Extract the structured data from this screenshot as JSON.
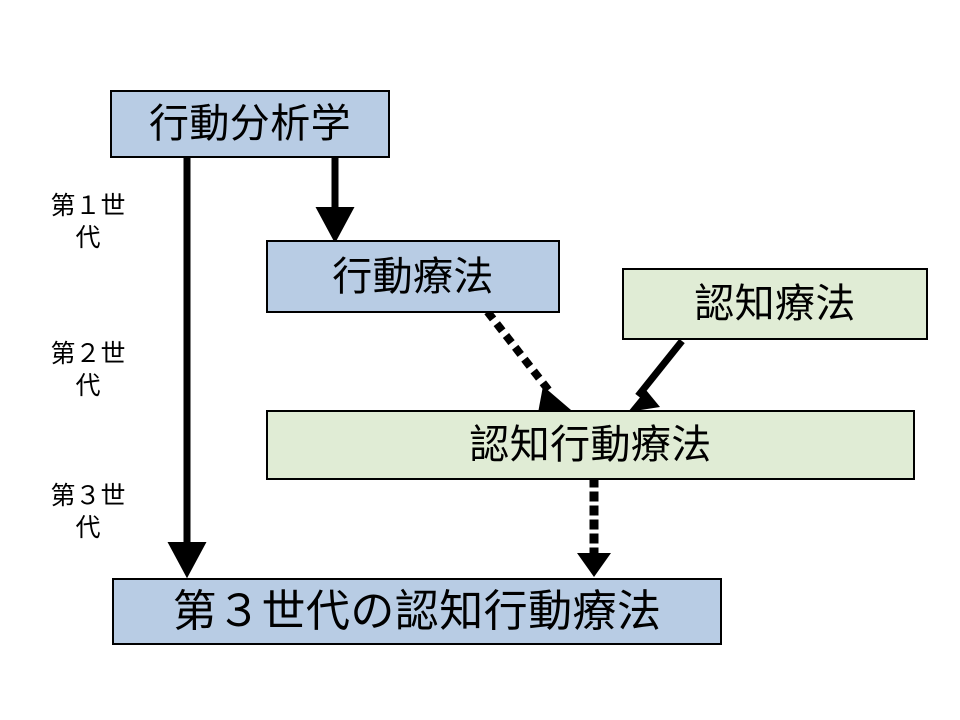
{
  "diagram": {
    "title_text": "",
    "background_color": "#ffffff",
    "palette": {
      "blue_fill": "#b8cce4",
      "green_fill": "#e0ecd5",
      "border": "#000000",
      "arrow": "#000000"
    },
    "generation_labels": [
      {
        "name": "first-generation",
        "line1": "第１世",
        "line2": "代"
      },
      {
        "name": "second-generation",
        "line1": "第２世",
        "line2": "代"
      },
      {
        "name": "third-generation",
        "line1": "第３世",
        "line2": "代"
      }
    ],
    "nodes": [
      {
        "id": "behavior-analysis",
        "label": "行動分析学",
        "fill": "#b8cce4",
        "color_name": "blue"
      },
      {
        "id": "behavior-therapy",
        "label": "行動療法",
        "fill": "#b8cce4",
        "color_name": "blue"
      },
      {
        "id": "cognitive-therapy",
        "label": "認知療法",
        "fill": "#e0ecd5",
        "color_name": "green"
      },
      {
        "id": "cognitive-behavioral-therapy",
        "label": "認知行動療法",
        "fill": "#e0ecd5",
        "color_name": "green"
      },
      {
        "id": "third-generation-cbt",
        "label": "第３世代の認知行動療法",
        "fill": "#b8cce4",
        "color_name": "blue"
      }
    ],
    "connectors": [
      {
        "id": "behavior-analysis-to-third-gen-cbt",
        "from": "behavior-analysis",
        "to": "third-generation-cbt",
        "style": "solid",
        "arrowhead": "filled-triangle"
      },
      {
        "id": "behavior-analysis-to-behavior-therapy",
        "from": "behavior-analysis",
        "to": "behavior-therapy",
        "style": "solid",
        "arrowhead": "filled-triangle"
      },
      {
        "id": "behavior-therapy-to-cbt",
        "from": "behavior-therapy",
        "to": "cognitive-behavioral-therapy",
        "style": "dotted",
        "arrowhead": "filled-triangle"
      },
      {
        "id": "cognitive-therapy-to-cbt",
        "from": "cognitive-therapy",
        "to": "cognitive-behavioral-therapy",
        "style": "solid",
        "arrowhead": "filled-triangle"
      },
      {
        "id": "cbt-to-third-gen-cbt",
        "from": "cognitive-behavioral-therapy",
        "to": "third-generation-cbt",
        "style": "dotted",
        "arrowhead": "filled-triangle"
      }
    ]
  }
}
